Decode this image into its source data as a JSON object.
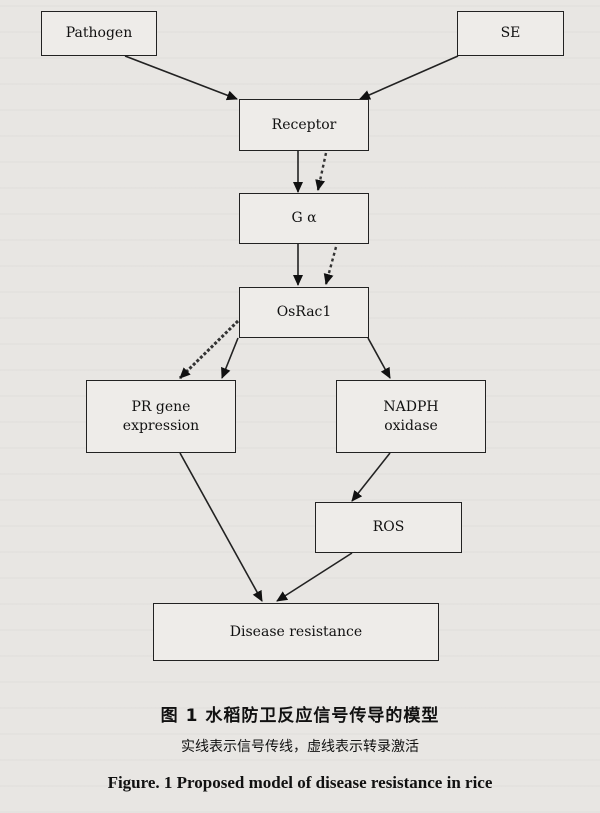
{
  "diagram": {
    "nodes": {
      "pathogen": "Pathogen",
      "se": "SE",
      "receptor": "Receptor",
      "galpha": "G α",
      "osrac1": "OsRac1",
      "pr_gene": "PR gene\nexpression",
      "nadph": "NADPH\noxidase",
      "ros": "ROS",
      "disease_resistance": "Disease resistance"
    }
  },
  "caption": {
    "cn_title": "图 1   水稻防卫反应信号传导的模型",
    "cn_subtitle": "实线表示信号传线，虚线表示转录激活",
    "en_title": "Figure. 1   Proposed model of disease resistance in rice"
  },
  "colors": {
    "line": "#222222",
    "dashed": "#333333"
  }
}
